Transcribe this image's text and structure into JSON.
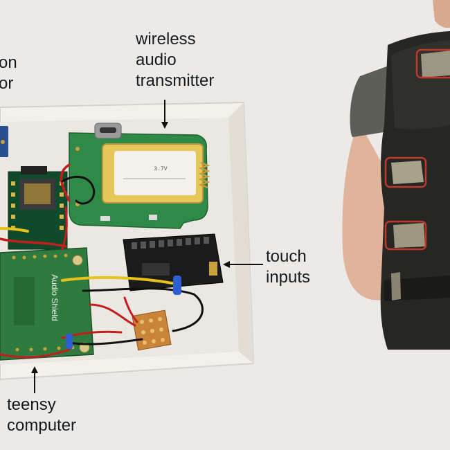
{
  "labels": {
    "sensor": {
      "line1": "on",
      "line2": "or"
    },
    "wireless": {
      "line1": "wireless",
      "line2": "audio",
      "line3": "transmitter"
    },
    "touch": {
      "line1": "touch",
      "line2": "inputs"
    },
    "teensy": {
      "line1": "teensy",
      "line2": "computer"
    }
  },
  "board_text": {
    "audio_shield": "Audio Shield",
    "battery": "3.7V"
  },
  "colors": {
    "background": "#eceae8",
    "enclosure": "#f4f2ee",
    "pcb_green": "#2f7a3f",
    "touch_board": "#1c1c1c",
    "vest": "#2a2a28",
    "highlight_box": "#c0392b",
    "arrow": "#111111"
  }
}
